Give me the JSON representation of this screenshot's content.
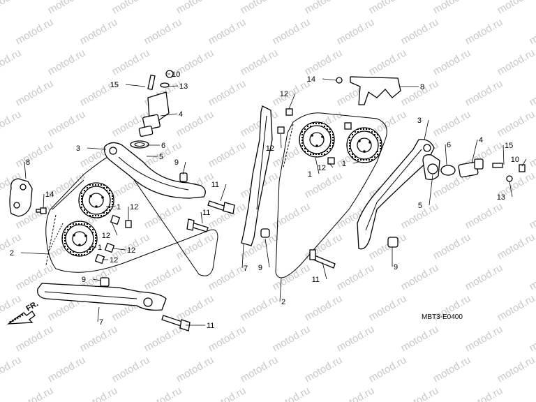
{
  "watermark": "motod.ru",
  "diagram_code": "MBT3-E0400",
  "front_marker": "FR.",
  "callouts": [
    {
      "id": "c1",
      "text": "10"
    },
    {
      "id": "c2",
      "text": "15"
    },
    {
      "id": "c3",
      "text": "13"
    },
    {
      "id": "c4",
      "text": "4"
    },
    {
      "id": "c5",
      "text": "6"
    },
    {
      "id": "c6",
      "text": "3"
    },
    {
      "id": "c7",
      "text": "5"
    },
    {
      "id": "c8",
      "text": "9"
    },
    {
      "id": "c9",
      "text": "8"
    },
    {
      "id": "c10",
      "text": "14"
    },
    {
      "id": "c11",
      "text": "1"
    },
    {
      "id": "c12",
      "text": "12"
    },
    {
      "id": "c13",
      "text": "12"
    },
    {
      "id": "c14",
      "text": "2"
    },
    {
      "id": "c15",
      "text": "1"
    },
    {
      "id": "c16",
      "text": "12"
    },
    {
      "id": "c17",
      "text": "12"
    },
    {
      "id": "c18",
      "text": "9"
    },
    {
      "id": "c19",
      "text": "7"
    },
    {
      "id": "c20",
      "text": "11"
    },
    {
      "id": "c21",
      "text": "11"
    },
    {
      "id": "c22",
      "text": "11"
    },
    {
      "id": "c23",
      "text": "7"
    },
    {
      "id": "c24",
      "text": "9"
    },
    {
      "id": "c25",
      "text": "12"
    },
    {
      "id": "c26",
      "text": "12"
    },
    {
      "id": "c27",
      "text": "1"
    },
    {
      "id": "c28",
      "text": "12"
    },
    {
      "id": "c29",
      "text": "1"
    },
    {
      "id": "c30",
      "text": "14"
    },
    {
      "id": "c31",
      "text": "8"
    },
    {
      "id": "c32",
      "text": "3"
    },
    {
      "id": "c33",
      "text": "6"
    },
    {
      "id": "c34",
      "text": "4"
    },
    {
      "id": "c35",
      "text": "15"
    },
    {
      "id": "c36",
      "text": "10"
    },
    {
      "id": "c37",
      "text": "13"
    },
    {
      "id": "c38",
      "text": "5"
    },
    {
      "id": "c39",
      "text": "9"
    },
    {
      "id": "c40",
      "text": "11"
    },
    {
      "id": "c41",
      "text": "2"
    }
  ]
}
